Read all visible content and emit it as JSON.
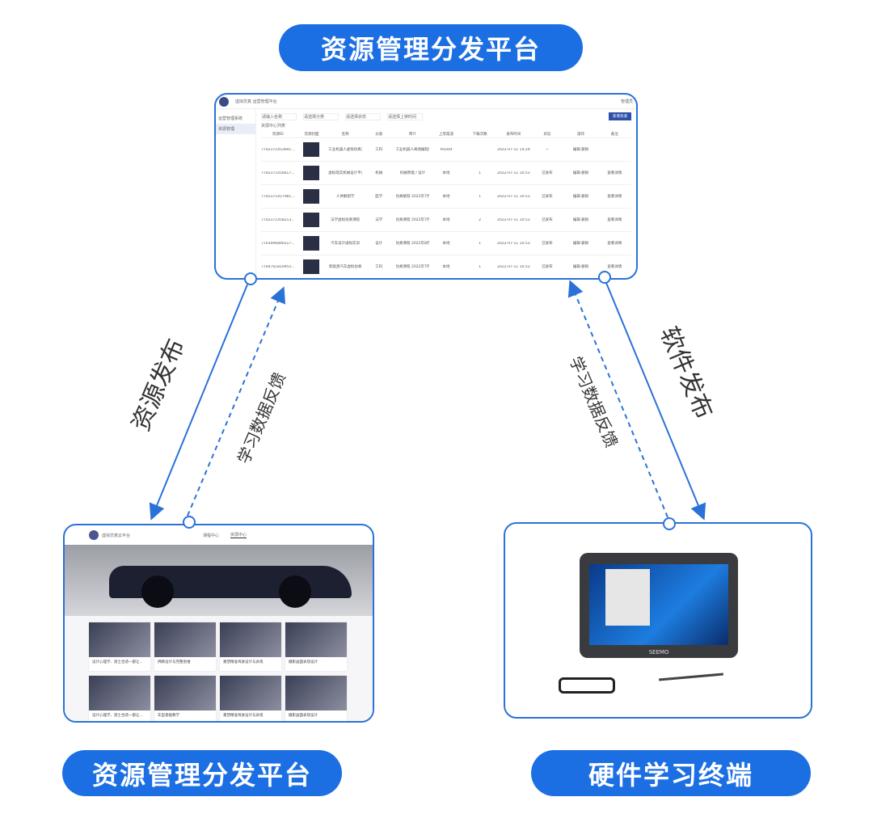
{
  "top_title": "资源管理分发平台",
  "bottom_left_title": "资源管理分发平台",
  "bottom_right_title": "硬件学习终端",
  "arrows": {
    "left_solid": "资源发布",
    "left_dashed": "学习数据反馈",
    "right_dashed": "学习数据反馈",
    "right_solid": "软件发布"
  },
  "admin_screen": {
    "app_title": "虚拟仿真 运营管理平台",
    "user": "管理员",
    "sidebar": [
      "运营管理系统",
      "资源管理"
    ],
    "filters": [
      "请输入名称",
      "请选择分类",
      "请选择状态",
      "请选择上架时间"
    ],
    "add_button": "新增资源",
    "section": "资源中心列表",
    "columns": [
      "资源ID",
      "资源封面",
      "名称",
      "分类",
      "简介",
      "上架渠道",
      "下载次数",
      "发布时间",
      "状态",
      "操作",
      "备注"
    ],
    "rows": [
      [
        "7702371453691...",
        "",
        "工业机器人虚拟仿真实训系统",
        "工科",
        "工业机器人离线编程仿真",
        "Pocket",
        "",
        "2022-07-11 14:29",
        "—",
        "编辑 删除",
        ""
      ],
      [
        "7702371456617...",
        "",
        "虚拟现实机械设计平台",
        "机械",
        "机械原理 / 设计",
        "本地",
        "1",
        "2022-07-11 10:53",
        "已发布",
        "编辑 删除",
        "查看详情"
      ],
      [
        "7702371457981...",
        "",
        "人体解剖学",
        "医学",
        "仿真解剖 2022年7月-2025年7月",
        "本地",
        "1",
        "2022-07-11 10:53",
        "已发布",
        "编辑 删除",
        "查看详情"
      ],
      [
        "7702371458213...",
        "",
        "法学虚拟仿真课程",
        "法学",
        "仿真课程 2022年7月-2025年7月",
        "本地",
        "2",
        "2022-07-11 10:53",
        "已发布",
        "编辑 删除",
        "查看详情"
      ],
      [
        "7703496890217...",
        "",
        "汽车设计虚拟实训",
        "设计",
        "仿真课程 2022年8月-2025年8月",
        "本地",
        "1",
        "2022-07-11 10:53",
        "已发布",
        "编辑 删除",
        "查看详情"
      ],
      [
        "7704761810955...",
        "",
        "新能源汽车虚拟仿真",
        "工科",
        "仿真课程 2022年7月-2025年8月",
        "本地",
        "1",
        "2022-07-11 10:53",
        "已发布",
        "编辑 删除",
        "查看详情"
      ]
    ]
  },
  "portal_screen": {
    "app_title": "虚拟仿真云平台",
    "nav": [
      "课程中心",
      "资源中心"
    ],
    "cards": [
      "设计心理学、恩士合适一部让...",
      "佛教设计与完整思维",
      "重塑精准驾驶设计与表现",
      "摄影画面表现设计",
      "设计心理学、恩士合适一部让...",
      "车型基础教学",
      "重塑精准驾驶设计与表现",
      "摄影画面表现设计"
    ]
  },
  "hardware": {
    "brand": "SEEMO"
  },
  "colors": {
    "primary": "#1c6fe3",
    "border": "#2a72d8"
  }
}
